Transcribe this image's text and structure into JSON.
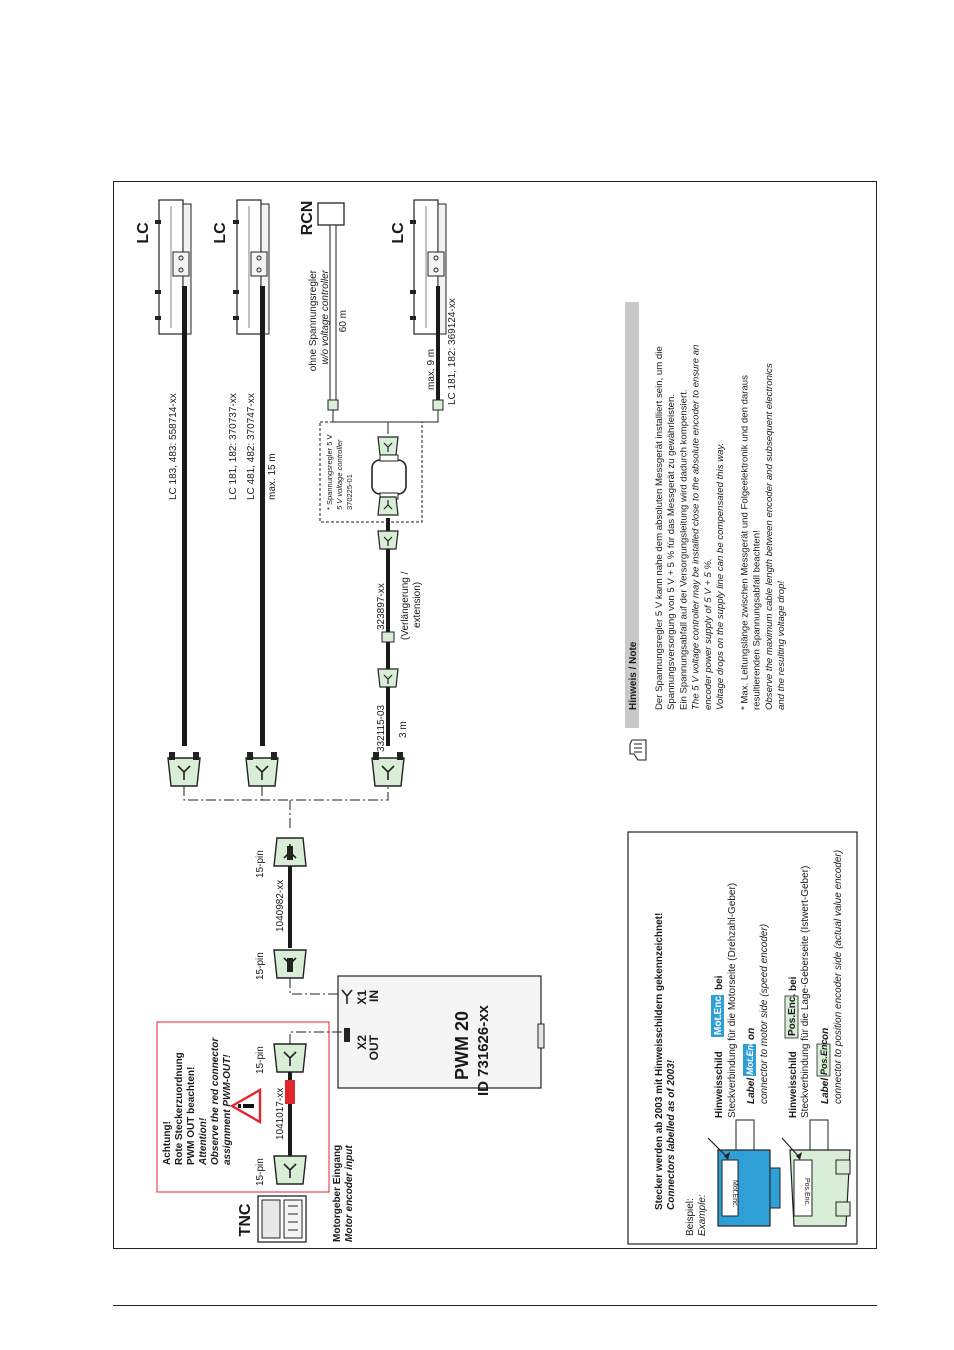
{
  "encoders": {
    "lc1": {
      "name": "LC",
      "cable": "LC 183, 483: 558714-xx"
    },
    "lc2": {
      "name": "LC",
      "cable1": "LC 181, 182: 370737-xx",
      "cable2": "LC 481, 482: 370747-xx",
      "length": "max. 15 m"
    },
    "rcn": {
      "name": "RCN",
      "note_de": "ohne Spannungsregler",
      "note_en": "w/o voltage controller",
      "length": "60 m"
    },
    "lc3": {
      "name": "LC",
      "length": "max. 9 m",
      "cable": "LC 181, 182: 369124-xx"
    }
  },
  "voltage_controller": {
    "line1": "* Spannungsregler 5 V",
    "line2": "5 V voltage controller",
    "line3": "370225-01"
  },
  "cables": {
    "c332115": {
      "id": "332115-03",
      "length": "3 m"
    },
    "c323897": {
      "id": "323897-xx",
      "ext1": "(Verlängerung /",
      "ext2": "extension)"
    },
    "c1040982": {
      "id": "1040982-xx",
      "pin_a": "15-pin",
      "pin_b": "15-pin"
    },
    "c1041017": {
      "id": "1041017-xx",
      "pin_a": "15-pin",
      "pin_b": "15-pin"
    }
  },
  "pwm": {
    "title": "PWM 20",
    "id": "ID 731626-xx",
    "x1": "X1",
    "x1_sub": "IN",
    "x2": "X2",
    "x2_sub": "OUT"
  },
  "attention": {
    "l1": "Achtung!",
    "l2": "Rote Steckerzuordnung",
    "l3": "PWM OUT beachten!",
    "l4": "Attention!",
    "l5": "Observe the red connector",
    "l6": "assignment PWM-OUT!"
  },
  "tnc": {
    "label": "TNC",
    "input_de": "Motorgeber Eingang",
    "input_en": "Motor encoder input"
  },
  "connectors_box": {
    "title_de": "Stecker werden ab 2003 mit Hinweisschildern gekennzeichnet!",
    "title_en": "Connectors labelled as of 2003!",
    "beispiel": "Beispiel:",
    "example": "Example:",
    "mot_label": "Mot.Enc.",
    "pos_label": "Pos.Enc.",
    "hinweisschild": "Hinweisschild",
    "bei": "bei",
    "label_word": "Label",
    "on_word": "on",
    "mot_de": "Steckverbindung für die Motorseite (Drehzahl-Geber)",
    "mot_en": "connector to motor side (speed encoder)",
    "pos_de": "Steckverbindung für die Lage-Geberseite (Istwert-Geber)",
    "pos_en": "connector to position encoder side (actual value encoder)"
  },
  "note": {
    "title": "Hinweis / Note",
    "lines": [
      "Der Spannungsregler 5 V kann nahe dem absoluten Messgerät installiert sein, um die",
      "Spannungsversorgung von 5 V + 5 % für das Messgerät zu gewährleisten.",
      "Ein Spannungsabfall auf der Versorgungsleitung wird dadurch kompensiert.",
      "The 5 V voltage controller may be installed close to the absolute encoder to ensure an",
      "encoder power supply of 5 V + 5 %.",
      "Voltage drops on the supply line can be compensated this way.",
      "",
      "* Max. Leitungslänge zwischen Messgerät und Folgeelektronik und den daraus",
      "resultierenden Spannungsabfall beachten!",
      "Observe the maximum cable length between encoder and subsequent electronics",
      "and the resulting voltage drop!"
    ]
  },
  "colors": {
    "connector": "#d9eed6",
    "blue": "#2f9fd8",
    "red": "#e0262b",
    "note_bar": "#c8c8c8"
  }
}
